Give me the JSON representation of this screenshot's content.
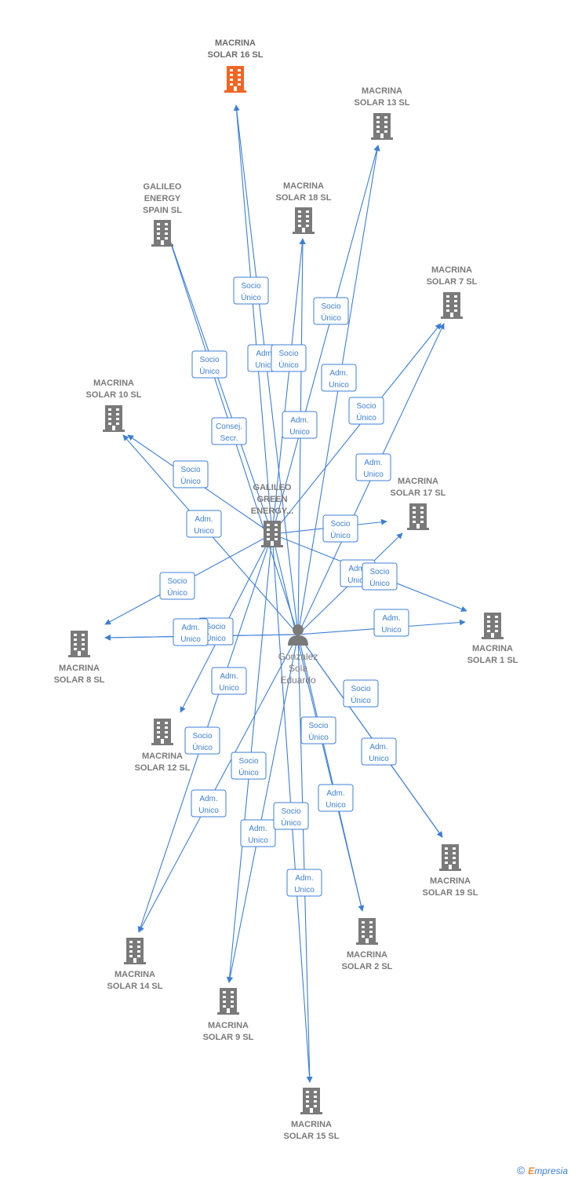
{
  "colors": {
    "edge": "#3d7fd6",
    "node": "#7a7a7a",
    "focus": "#f26522",
    "label": "#7a7a7a"
  },
  "nodes": {
    "galileo_green": {
      "lines": [
        "GALILEO",
        "GREEN",
        "ENERGY..."
      ],
      "icon": "building-icon"
    },
    "person": {
      "lines": [
        "Gonzalez",
        "Sola",
        "Eduardo"
      ],
      "icon": "person-icon"
    },
    "macrina_16": {
      "lines": [
        "MACRINA",
        "SOLAR 16  SL"
      ],
      "icon": "building-icon",
      "focus": true
    },
    "macrina_13": {
      "lines": [
        "MACRINA",
        "SOLAR 13  SL"
      ],
      "icon": "building-icon"
    },
    "galileo_spain": {
      "lines": [
        "GALILEO",
        "ENERGY",
        "SPAIN  SL"
      ],
      "icon": "building-icon"
    },
    "macrina_18": {
      "lines": [
        "MACRINA",
        "SOLAR 18  SL"
      ],
      "icon": "building-icon"
    },
    "macrina_7": {
      "lines": [
        "MACRINA",
        "SOLAR 7  SL"
      ],
      "icon": "building-icon"
    },
    "macrina_10": {
      "lines": [
        "MACRINA",
        "SOLAR 10  SL"
      ],
      "icon": "building-icon"
    },
    "macrina_17": {
      "lines": [
        "MACRINA",
        "SOLAR 17  SL"
      ],
      "icon": "building-icon"
    },
    "macrina_1": {
      "lines": [
        "MACRINA",
        "SOLAR 1  SL"
      ],
      "icon": "building-icon"
    },
    "macrina_8": {
      "lines": [
        "MACRINA",
        "SOLAR 8  SL"
      ],
      "icon": "building-icon"
    },
    "macrina_12": {
      "lines": [
        "MACRINA",
        "SOLAR 12  SL"
      ],
      "icon": "building-icon"
    },
    "macrina_19": {
      "lines": [
        "MACRINA",
        "SOLAR 19  SL"
      ],
      "icon": "building-icon"
    },
    "macrina_2": {
      "lines": [
        "MACRINA",
        "SOLAR 2  SL"
      ],
      "icon": "building-icon"
    },
    "macrina_14": {
      "lines": [
        "MACRINA",
        "SOLAR 14  SL"
      ],
      "icon": "building-icon"
    },
    "macrina_9": {
      "lines": [
        "MACRINA",
        "SOLAR 9  SL"
      ],
      "icon": "building-icon"
    },
    "macrina_15": {
      "lines": [
        "MACRINA",
        "SOLAR 15  SL"
      ],
      "icon": "building-icon"
    }
  },
  "edges": [
    {
      "from": "galileo_green",
      "to": "macrina_16",
      "label": [
        "Socio",
        "Único"
      ]
    },
    {
      "from": "person",
      "to": "macrina_16",
      "label": [
        "Adm.",
        "Unico"
      ]
    },
    {
      "from": "galileo_green",
      "to": "macrina_13",
      "label": [
        "Socio",
        "Único"
      ]
    },
    {
      "from": "person",
      "to": "macrina_13",
      "label": [
        "Adm.",
        "Unico"
      ]
    },
    {
      "from": "galileo_green",
      "to": "galileo_spain",
      "label": [
        "Socio",
        "Único"
      ]
    },
    {
      "from": "person",
      "to": "galileo_spain",
      "label": [
        "Consej.",
        "Secr."
      ]
    },
    {
      "from": "galileo_green",
      "to": "macrina_18",
      "label": [
        "Socio",
        "Único"
      ]
    },
    {
      "from": "person",
      "to": "macrina_18",
      "label": [
        "Adm.",
        "Unico"
      ]
    },
    {
      "from": "galileo_green",
      "to": "macrina_7",
      "label": [
        "Socio",
        "Único"
      ]
    },
    {
      "from": "person",
      "to": "macrina_7",
      "label": [
        "Adm.",
        "Unico"
      ]
    },
    {
      "from": "galileo_green",
      "to": "macrina_10",
      "label": [
        "Socio",
        "Único"
      ]
    },
    {
      "from": "person",
      "to": "macrina_10",
      "label": [
        "Adm.",
        "Unico"
      ]
    },
    {
      "from": "galileo_green",
      "to": "macrina_17",
      "label": [
        "Socio",
        "Único"
      ]
    },
    {
      "from": "person",
      "to": "macrina_17",
      "label": [
        "Adm.",
        "Unico"
      ]
    },
    {
      "from": "galileo_green",
      "to": "macrina_1",
      "label": [
        "Socio",
        "Único"
      ]
    },
    {
      "from": "person",
      "to": "macrina_1",
      "label": [
        "Adm.",
        "Unico"
      ]
    },
    {
      "from": "galileo_green",
      "to": "macrina_8",
      "label": [
        "Socio",
        "Único"
      ]
    },
    {
      "from": "person",
      "to": "macrina_8",
      "label": [
        "Socio",
        "Único"
      ]
    },
    {
      "from": "person",
      "to": "macrina_8",
      "label": [
        "Adm.",
        "Unico"
      ]
    },
    {
      "from": "galileo_green",
      "to": "macrina_12",
      "label": [
        "Adm.",
        "Unico"
      ]
    },
    {
      "from": "person",
      "to": "macrina_19",
      "label": [
        "Socio",
        "Único"
      ]
    },
    {
      "from": "person",
      "to": "macrina_19",
      "label": [
        "Adm.",
        "Unico"
      ]
    },
    {
      "from": "galileo_green",
      "to": "macrina_2",
      "label": [
        "Socio",
        "Único"
      ]
    },
    {
      "from": "person",
      "to": "macrina_2",
      "label": [
        "Adm.",
        "Unico"
      ]
    },
    {
      "from": "galileo_green",
      "to": "macrina_14",
      "label": [
        "Socio",
        "Único"
      ]
    },
    {
      "from": "person",
      "to": "macrina_14",
      "label": [
        "Adm.",
        "Unico"
      ]
    },
    {
      "from": "galileo_green",
      "to": "macrina_9",
      "label": [
        "Socio",
        "Único"
      ]
    },
    {
      "from": "person",
      "to": "macrina_9",
      "label": [
        "Adm.",
        "Unico"
      ]
    },
    {
      "from": "galileo_green",
      "to": "macrina_15",
      "label": [
        "Socio",
        "Único"
      ]
    },
    {
      "from": "person",
      "to": "macrina_15",
      "label": [
        "Adm.",
        "Unico"
      ]
    }
  ],
  "footer": {
    "copyright": "©",
    "brand_first": "E",
    "brand_rest": "mpresia"
  }
}
